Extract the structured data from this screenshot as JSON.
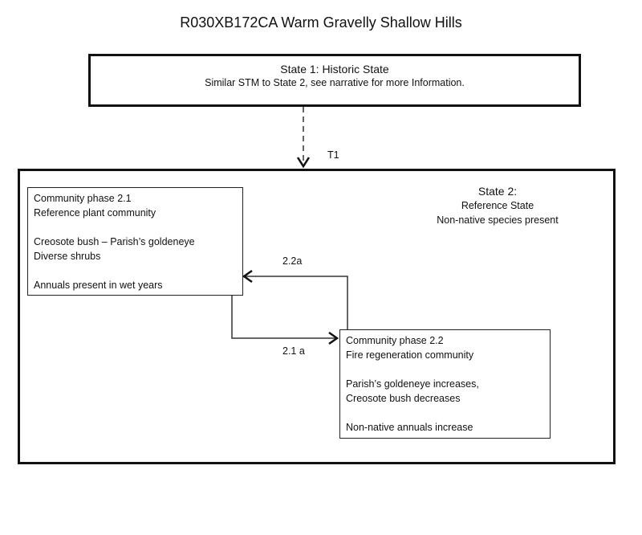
{
  "title": "R030XB172CA Warm Gravelly Shallow Hills",
  "state1": {
    "heading": "State 1: Historic State",
    "note": "Similar STM to State 2, see narrative for more Information."
  },
  "transition_t1": "T1",
  "state2": {
    "heading": "State 2:",
    "line1": "Reference State",
    "line2": "Non-native species present"
  },
  "phase_2_1": {
    "lines": [
      "Community phase 2.1",
      "Reference plant community",
      "Creosote bush – Parish’s goldeneye",
      "Diverse shrubs",
      "Annuals present in wet years"
    ]
  },
  "phase_2_2": {
    "lines": [
      "Community phase 2.2",
      "Fire regeneration community",
      "Parish’s goldeneye increases,",
      "Creosote bush decreases",
      "Non-native annuals increase"
    ]
  },
  "pathways": {
    "p22a": "2.2a",
    "p21a": "2.1 a"
  }
}
